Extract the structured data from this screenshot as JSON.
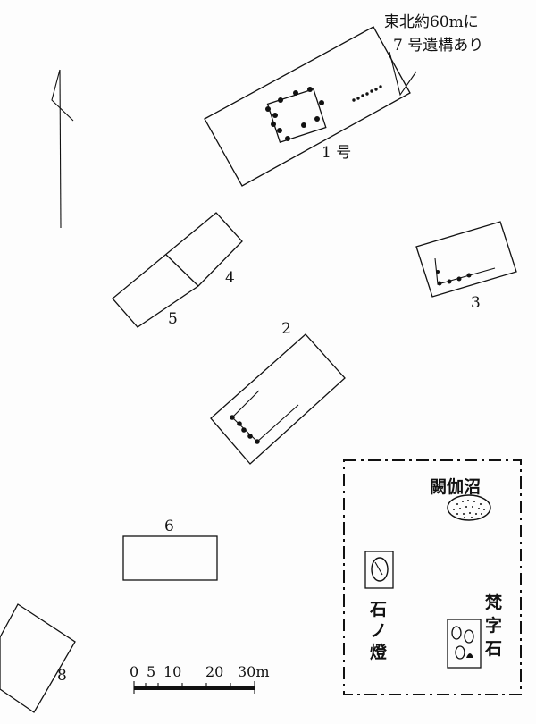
{
  "note": {
    "line1": "東北約60mに",
    "line2": "7 号遺構あり"
  },
  "features": {
    "f1": "1 号",
    "f2": "2",
    "f3": "3",
    "f4": "4",
    "f5": "5",
    "f6": "6",
    "f8": "8"
  },
  "inset": {
    "pond": "闕伽沼",
    "lantern": [
      "石",
      "ノ",
      "燈"
    ],
    "stone": [
      "梵",
      "字",
      "石"
    ]
  },
  "scale": {
    "ticks": [
      "0",
      "5",
      "10",
      "20",
      "30m"
    ]
  },
  "north_arrow_icon": "north-arrow-icon"
}
